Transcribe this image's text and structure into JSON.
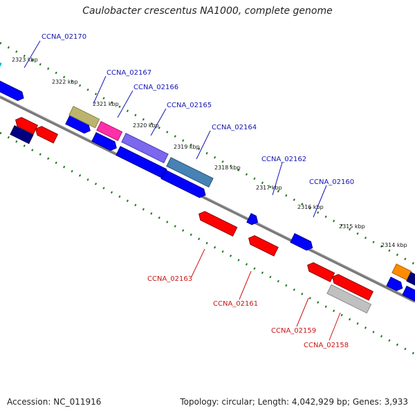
{
  "title": "Caulobacter crescentus NA1000, complete genome",
  "footer": {
    "accession": "Accession: NC_011916",
    "summary": "Topology: circular; Length: 4,042,929 bp; Genes: 3,933"
  },
  "colors": {
    "backbone": "#7a7a7a",
    "tick": "#1a7a1a",
    "label_upper": "#1414b4",
    "label_lower": "#c81414",
    "forward_gene": "#0000ff",
    "reverse_gene": "#ff0000"
  },
  "kbp_ticks": [
    "2323 kbp",
    "2322 kbp",
    "2321 kbp",
    "2320 kbp",
    "2319 kbp",
    "2318 kbp",
    "2317 kbp",
    "2316 kbp",
    "2315 kbp",
    "2314 kbp"
  ],
  "gene_labels_upper": [
    "CCNA_02170",
    "CCNA_02167",
    "CCNA_02166",
    "CCNA_02165",
    "CCNA_02164",
    "CCNA_02162",
    "CCNA_02160"
  ],
  "gene_labels_lower": [
    "CCNA_02163",
    "CCNA_02161",
    "CCNA_02159",
    "CCNA_02158"
  ]
}
